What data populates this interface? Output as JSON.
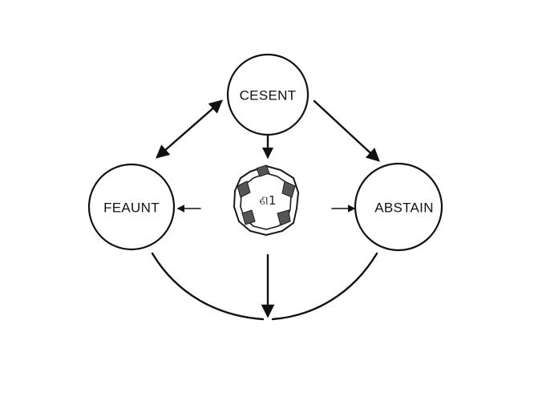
{
  "diagram": {
    "nodes": {
      "top": {
        "label": "CESENT"
      },
      "left": {
        "label": "FEAUNT"
      },
      "right": {
        "label": "ABSTAIN"
      },
      "hub": {
        "label": "ଣ1",
        "icon": "chain-ring-icon"
      }
    },
    "colors": {
      "stroke": "#111111",
      "background": "#ffffff",
      "hub_link": "#555555"
    }
  }
}
